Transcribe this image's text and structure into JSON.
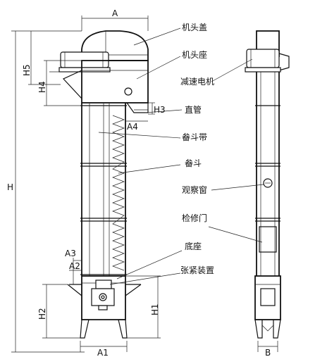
{
  "labels": {
    "head_cover": "机头盖",
    "head_seat": "机头座",
    "reducer_motor": "减速电机",
    "straight_pipe": "直管",
    "bucket_belt": "畚斗带",
    "bucket": "畚斗",
    "observation_window": "观察窗",
    "maintenance_door": "检修门",
    "base": "底座",
    "tensioner": "张紧装置"
  },
  "dimensions": {
    "A": "A",
    "A1": "A1",
    "A2": "A2",
    "A3": "A3",
    "A4": "A4",
    "B": "B",
    "H": "H",
    "H1": "H1",
    "H2": "H2",
    "H3": "H3",
    "H4": "H4",
    "H5": "H5"
  }
}
